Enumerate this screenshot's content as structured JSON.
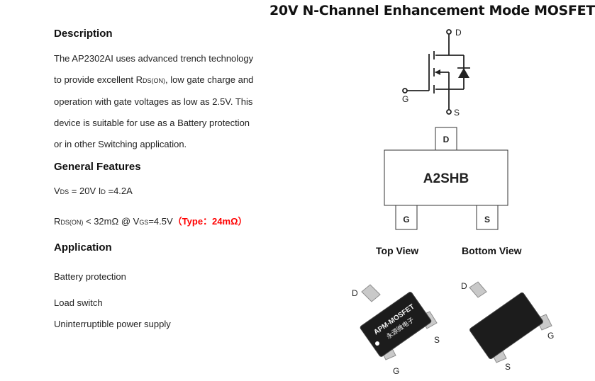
{
  "title": "20V N-Channel Enhancement Mode MOSFET",
  "description": {
    "heading": "Description",
    "line1": "The AP2302AI uses advanced trench technology",
    "line2_pre": "to provide excellent R",
    "line2_sub": "DS(ON)",
    "line2_post": ", low gate charge and",
    "line3": "operation with gate voltages as low as 2.5V. This",
    "line4": "device is suitable for use as a Battery protection",
    "line5": "or in other Switching application."
  },
  "features": {
    "heading": "General Features",
    "vds_v": "V",
    "vds_sub": "DS",
    "vds_val": " = 20V  I",
    "id_sub": "D",
    "id_val": " =4.2A",
    "rds_r": "R",
    "rds_sub": "DS(ON)",
    "rds_mid": " < 32mΩ @ V",
    "vgs_sub": "GS",
    "vgs_val": "=4.5V",
    "typ": "（Type：24mΩ）"
  },
  "application": {
    "heading": "Application",
    "items": [
      "Battery protection",
      "Load switch",
      "Uninterruptible power supply"
    ]
  },
  "schematic": {
    "pin_d": "D",
    "pin_g": "G",
    "pin_s": "S"
  },
  "package": {
    "marking": "A2SHB",
    "pin_d": "D",
    "pin_g": "G",
    "pin_s": "S",
    "top_view_label": "Top View",
    "bottom_view_label": "Bottom View"
  },
  "photos": {
    "chip_marking_en": "APM-MOSFET",
    "chip_marking_cn": "永源微电子",
    "left_pin_d": "D",
    "left_pin_s": "S",
    "left_pin_g": "G",
    "right_pin_d": "D",
    "right_pin_g": "G",
    "right_pin_s": "S"
  }
}
